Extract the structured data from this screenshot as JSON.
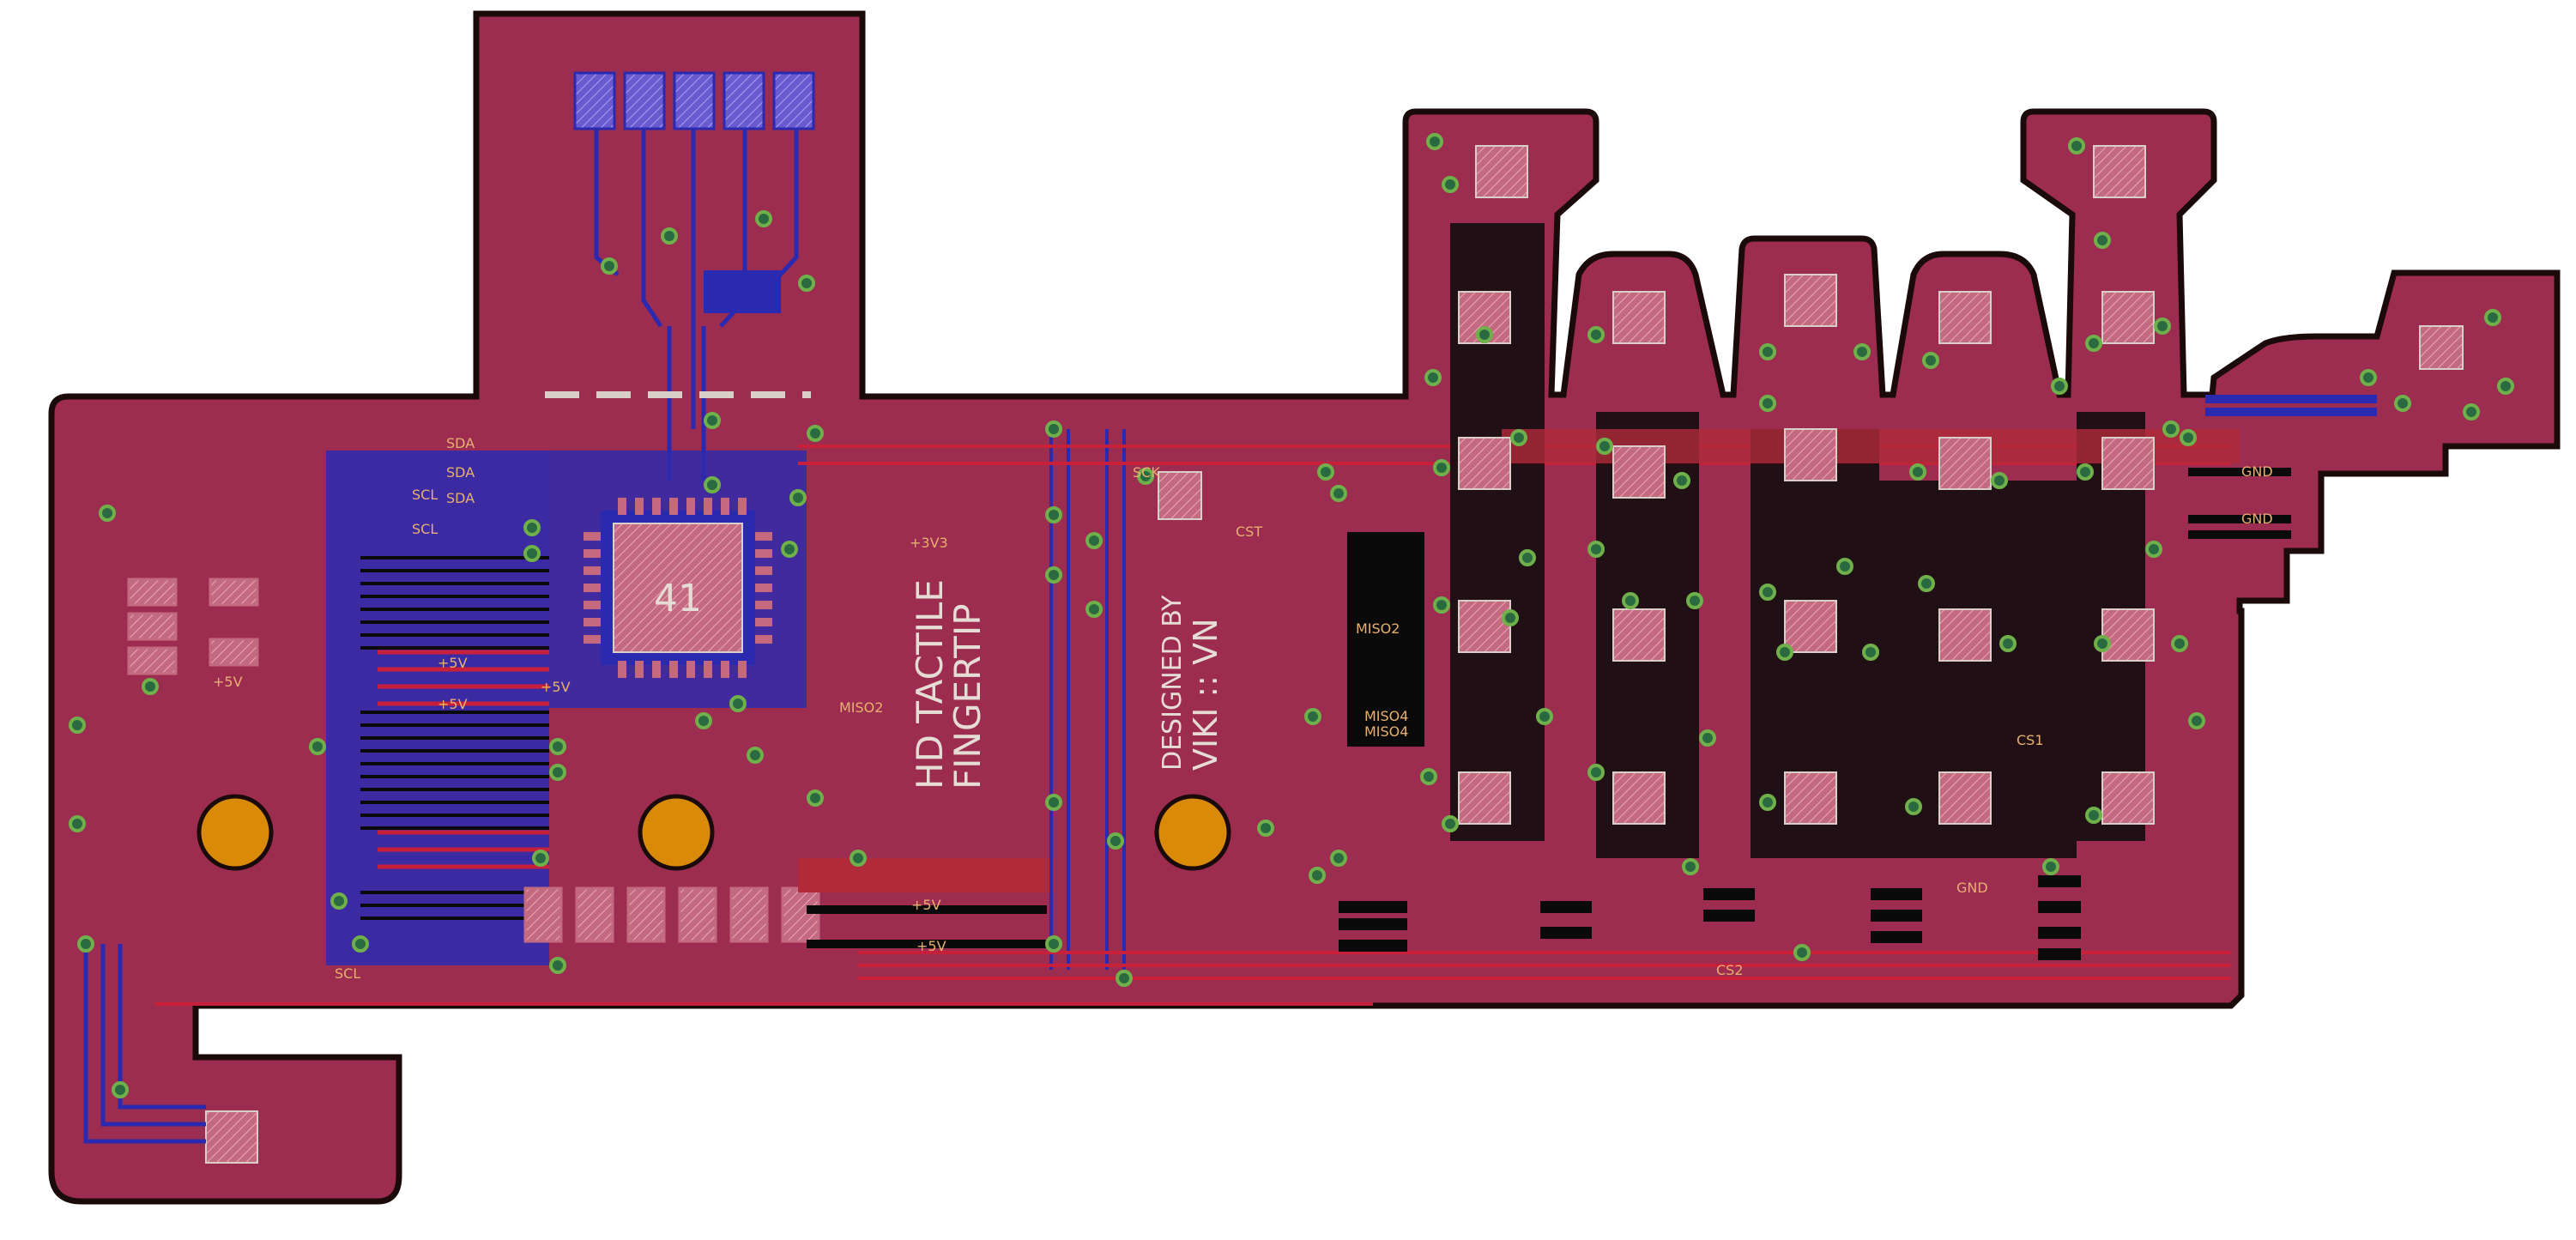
{
  "board": {
    "title_line1": "HD TACTILE",
    "title_line2": "FINGERTIP",
    "credit_line1": "DESIGNED BY",
    "credit_line2": "VIKI :: VN",
    "mcu_marking": "41"
  },
  "colors": {
    "board_fill": "#9c2c50",
    "board_outline": "#1a0a0a",
    "top_copper": "#b02a3a",
    "bottom_copper": "#2a2ab0",
    "ground_pour": "#0a0a0a",
    "mounting_hole": "#d88a08",
    "via_ring": "#6fb04a",
    "silkscreen": "#d8d0c8",
    "net_label": "#e8b070"
  },
  "net_labels": {
    "p5v": "+5V",
    "p3v3": "+3V3",
    "sda": "SDA",
    "scl": "SCL",
    "gnd": "GND",
    "miso2": "MISO2",
    "miso4": "MISO4",
    "cs1": "CS1",
    "cs2": "CS2",
    "cst": "CST",
    "sck": "SCK"
  }
}
